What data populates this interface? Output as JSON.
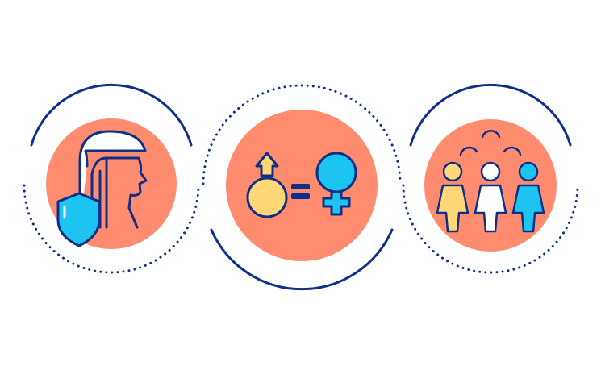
{
  "colors": {
    "navy": "#0f3088",
    "salmon": "#ff8c6e",
    "blue": "#1ec4f0",
    "yellow": "#ffd777",
    "white": "#ffffff"
  },
  "panels": [
    {
      "name": "woman-protection",
      "icons": [
        "woman-profile-icon",
        "shield-icon"
      ]
    },
    {
      "name": "gender-equality",
      "icons": [
        "male-symbol-icon",
        "equals-icon",
        "female-symbol-icon"
      ]
    },
    {
      "name": "community",
      "icons": [
        "person-yellow-icon",
        "person-white-icon",
        "person-blue-icon"
      ]
    }
  ]
}
